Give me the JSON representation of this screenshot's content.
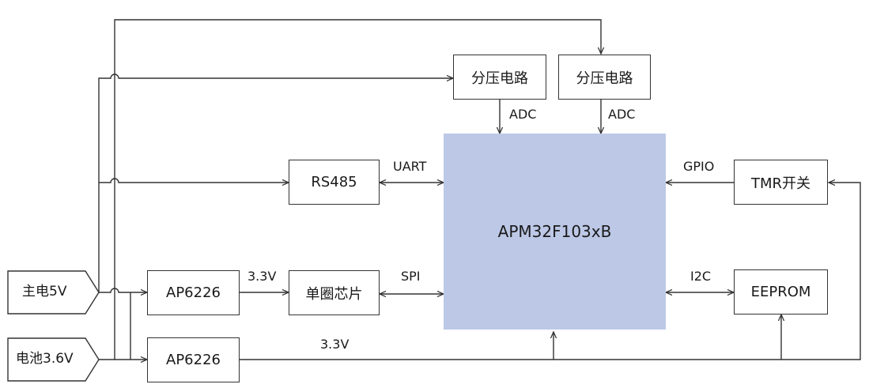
{
  "sources": {
    "main_power": "主电5V",
    "battery": "电池3.6V"
  },
  "blocks": {
    "divider_1": "分压电路",
    "divider_2": "分压电路",
    "rs485": "RS485",
    "regulator_top": "AP6226",
    "regulator_bottom": "AP6226",
    "coil_chip": "单圈芯片",
    "mcu": "APM32F103xB",
    "tmr_switch": "TMR开关",
    "eeprom": "EEPROM"
  },
  "labels": {
    "adc_1": "ADC",
    "adc_2": "ADC",
    "uart": "UART",
    "gpio": "GPIO",
    "spi": "SPI",
    "i2c": "I2C",
    "v33_top": "3.3V",
    "v33_bottom": "3.3V"
  },
  "colors": {
    "line": "#333333",
    "mcu_fill": "#bcc8e6"
  }
}
